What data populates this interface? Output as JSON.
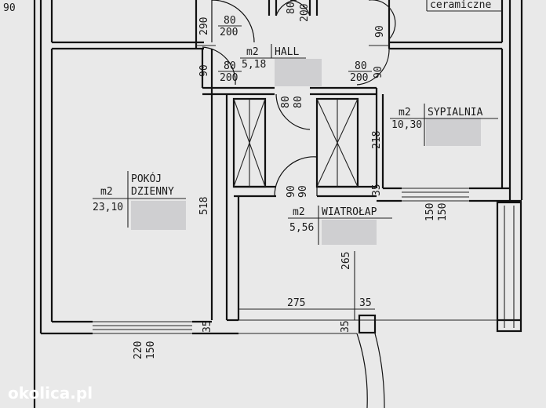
{
  "rooms": {
    "hall": {
      "unit": "m2",
      "area": "5,18",
      "name": "HALL"
    },
    "sypialnia": {
      "unit": "m2",
      "area": "10,30",
      "name": "SYPIALNIA"
    },
    "pokoj": {
      "unit": "m2",
      "area": "23,10",
      "name_line1": "POKÓJ",
      "name_line2": "DZIENNY"
    },
    "wiatrolap": {
      "unit": "m2",
      "area": "5,56",
      "name": "WIATROŁAP"
    }
  },
  "top_labels": {
    "left_edge": "90",
    "ceramic": "ceramiczne"
  },
  "doors": [
    {
      "id": "top-left",
      "w": "80",
      "h": "200"
    },
    {
      "id": "top-mid",
      "w": "80",
      "h": "200"
    },
    {
      "id": "hall-left",
      "w": "80",
      "h": "200"
    },
    {
      "id": "hall-right",
      "w": "80",
      "h": "200"
    }
  ],
  "dimensions": {
    "d_290": "290",
    "d_90_a": "90",
    "d_90_b": "90",
    "d_90_c": "90",
    "d_80_80": "80",
    "d_80_c": "80",
    "d_218": "218",
    "d_518": "518",
    "d_90_w1": "90",
    "d_90_w2": "90",
    "d_35_a": "35",
    "d_150_a": "150",
    "d_150_b": "150",
    "d_265": "265",
    "d_275": "275",
    "d_35_b": "35",
    "d_35_c": "35",
    "d_35_d": "35",
    "d_220": "220",
    "d_150_c": "150"
  },
  "watermark": "okolica.pl"
}
